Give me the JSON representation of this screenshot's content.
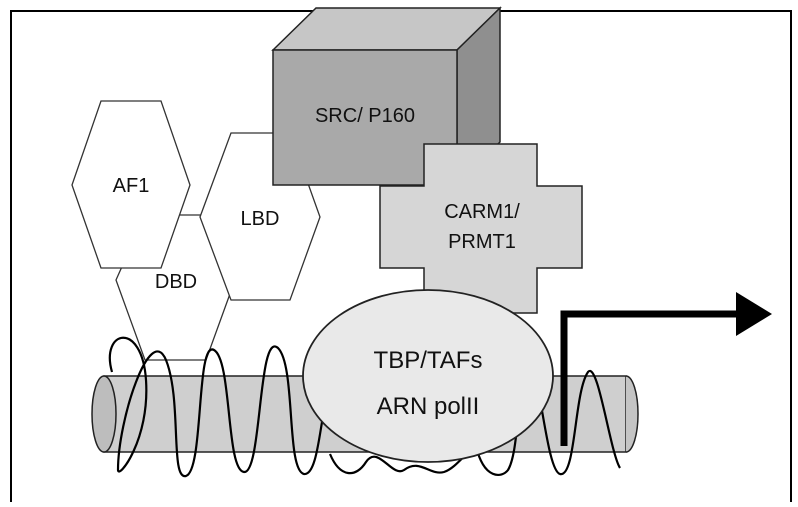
{
  "diagram": {
    "labels": {
      "af1": "AF1",
      "dbd": "DBD",
      "lbd": "LBD",
      "src": "SRC/ P160",
      "carm_line1": "CARM1/",
      "carm_line2": "PRMT1",
      "tbp_line1": "TBP/TAFs",
      "tbp_line2": "ARN polII"
    },
    "colors": {
      "frame": "#000000",
      "hexagon_fill": "#ffffff",
      "cube_front": "#a9a9a9",
      "cube_top": "#c6c6c6",
      "cube_side": "#8f8f8f",
      "cross_fill": "#d6d6d6",
      "ellipse_fill": "#e9e9e9",
      "dna_cylinder": "#cfcfcf",
      "arrow": "#000000"
    },
    "icons": {
      "transcription_start": "bent-arrow-right"
    }
  }
}
